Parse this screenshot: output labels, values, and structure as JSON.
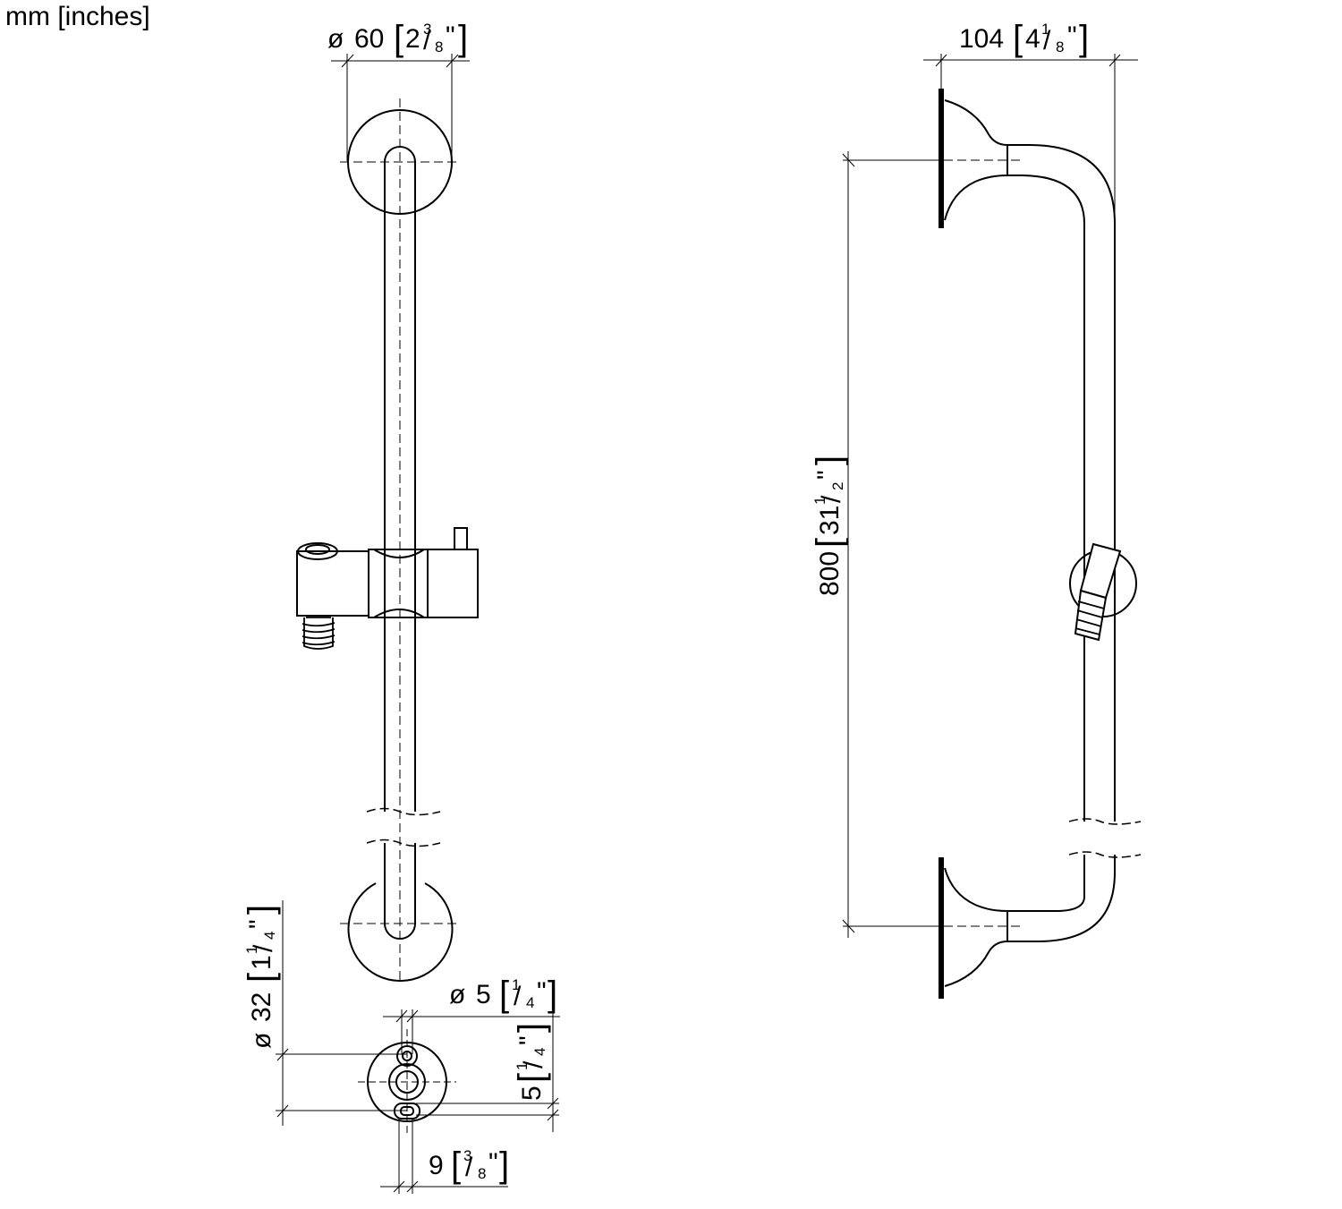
{
  "units_label": "mm [inches]",
  "front_view": {
    "flange_diameter": {
      "symbol": "ø",
      "mm": "60",
      "inch_whole": "2",
      "inch_num": "3",
      "inch_den": "8",
      "inch_mark": "\""
    }
  },
  "side_view": {
    "projection": {
      "mm": "104",
      "inch_whole": "4",
      "inch_num": "1",
      "inch_den": "8",
      "inch_mark": "\""
    },
    "length": {
      "mm": "800",
      "inch_whole": "31",
      "inch_num": "1",
      "inch_den": "2",
      "inch_mark": "\""
    }
  },
  "detail_view": {
    "base_diameter": {
      "symbol": "ø",
      "mm": "32",
      "inch_whole": "1",
      "inch_num": "1",
      "inch_den": "4",
      "inch_mark": "\""
    },
    "hole_diameter": {
      "symbol": "ø",
      "mm": "5",
      "inch_num": "1",
      "inch_den": "4",
      "inch_mark": "\""
    },
    "hole_offset": {
      "mm": "5",
      "inch_num": "1",
      "inch_den": "4",
      "inch_mark": "\""
    },
    "hole_spacing": {
      "mm": "9",
      "inch_num": "3",
      "inch_den": "8",
      "inch_mark": "\""
    }
  }
}
